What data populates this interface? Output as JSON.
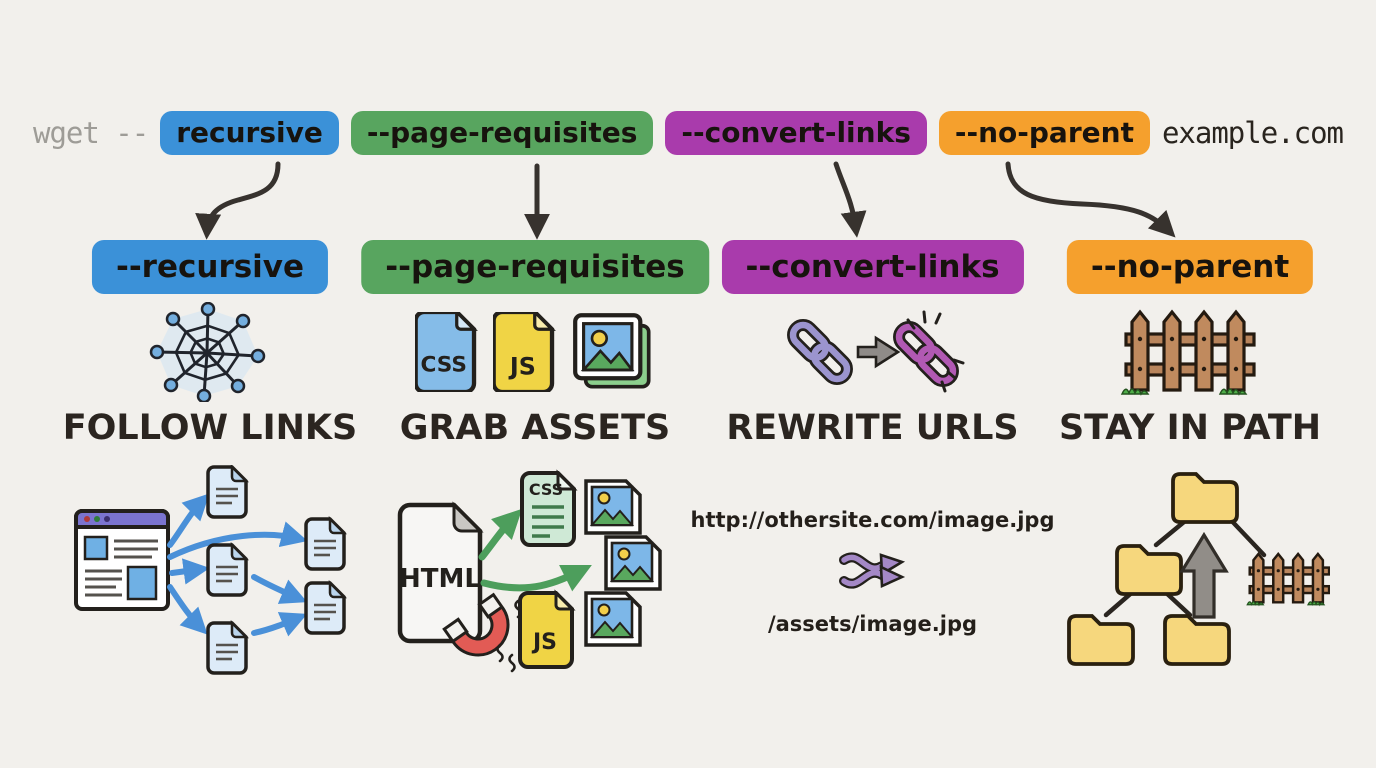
{
  "title": "wget flags explainer",
  "colors": {
    "bg": "#f2f0ec",
    "ink": "#29241e",
    "muted": "#9e9c97",
    "blue": "#3b91d8",
    "green": "#58a55f",
    "purple": "#a93bac",
    "orange": "#f5a02d",
    "arrow": "#37322e",
    "linkblue": "#4a90d8",
    "linkgreen": "#4d9e5c"
  },
  "command": {
    "tokens": [
      {
        "text": "wget --"
      },
      {
        "text": "recursive"
      },
      {
        "text": "--page-requisites"
      },
      {
        "text": "--convert-links"
      },
      {
        "text": "--no-parent"
      },
      {
        "text": "example.com"
      }
    ]
  },
  "columns": [
    {
      "flag": "--recursive",
      "caption": "FOLLOW LINKS",
      "icon": "spider-web-icon"
    },
    {
      "flag": "--page-requisites",
      "caption": "GRAB ASSETS",
      "icon": "asset-file-icons",
      "assets": {
        "css": "CSS",
        "js": "JS"
      },
      "diagram": {
        "html": "HTML",
        "css": "CSS",
        "js": "JS"
      }
    },
    {
      "flag": "--convert-links",
      "caption": "REWRITE URLS",
      "icon": "link-rewrite-icon",
      "url_from": "http://othersite.com/image.jpg",
      "url_to": "/assets/image.jpg"
    },
    {
      "flag": "--no-parent",
      "caption": "STAY IN PATH",
      "icon": "fence-icon"
    }
  ]
}
